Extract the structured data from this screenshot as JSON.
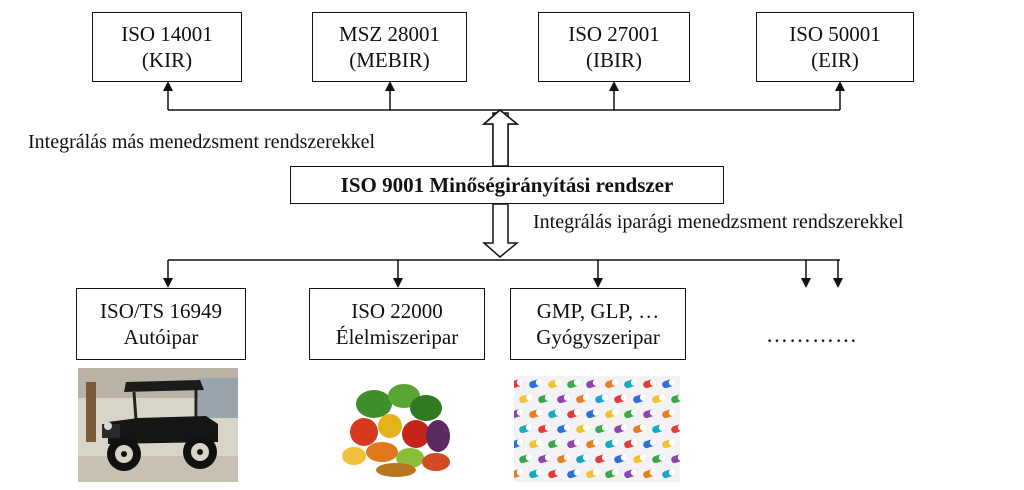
{
  "top_boxes": [
    {
      "line1": "ISO 14001",
      "line2": "(KIR)"
    },
    {
      "line1": "MSZ 28001",
      "line2": "(MEBIR)"
    },
    {
      "line1": "ISO 27001",
      "line2": "(IBIR)"
    },
    {
      "line1": "ISO 50001",
      "line2": "(EIR)"
    }
  ],
  "label_top": "Integrálás más menedzsment rendszerekkel",
  "center": "ISO 9001 Minőségirányítási rendszer",
  "label_bottom": "Integrálás iparági menedzsment rendszerekkel",
  "bottom_boxes": [
    {
      "line1": "ISO/TS 16949",
      "line2": "Autóipar"
    },
    {
      "line1": "ISO 22000",
      "line2": "Élelmiszeripar"
    },
    {
      "line1": "GMP, GLP, …",
      "line2": "Gyógyszeripar"
    }
  ],
  "dots": "…………",
  "pictures": [
    "vintage-car-photo",
    "vegetables-photo",
    "pills-photo"
  ]
}
